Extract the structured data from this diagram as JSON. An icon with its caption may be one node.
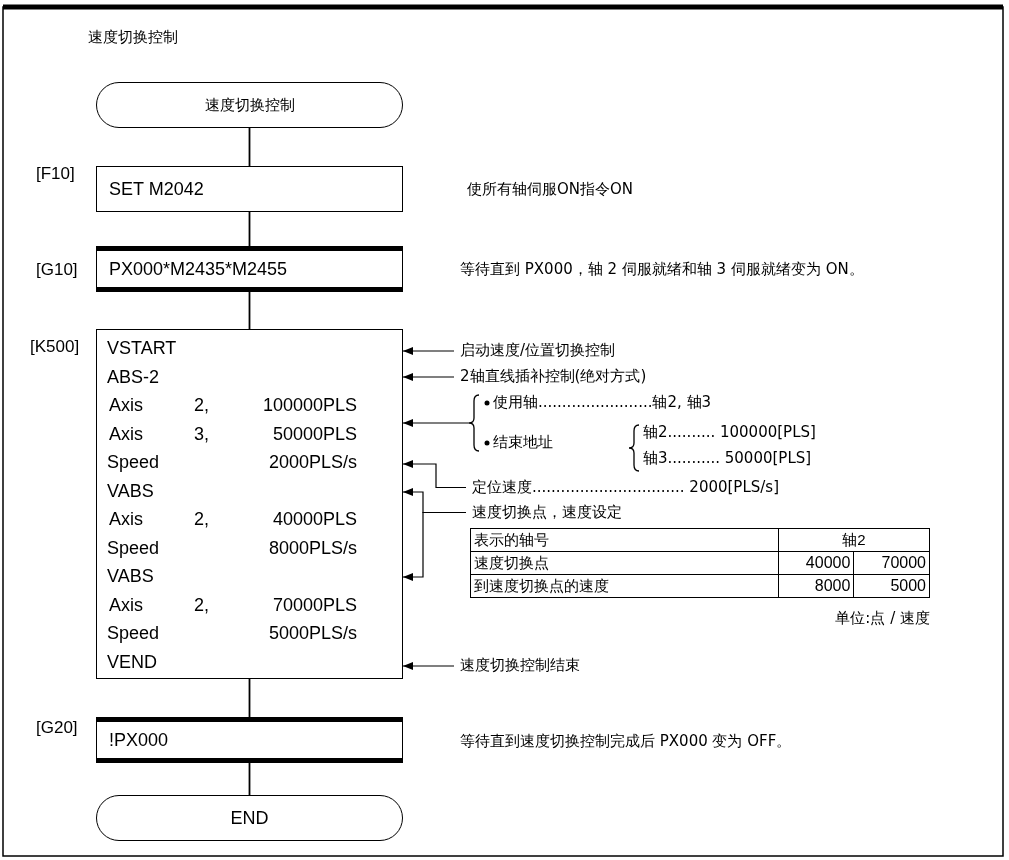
{
  "diagram": {
    "title": "速度切换控制",
    "nodes": [
      {
        "text": [
          "速度切换控制"
        ]
      },
      {
        "text": [
          "SET M2042"
        ],
        "beside": [
          "[F10]"
        ]
      },
      {
        "text": [
          "PX000*M2435*M2455"
        ],
        "beside": [
          "[G10]"
        ]
      },
      {
        "text": [
          "VSTART",
          "ABS-2",
          "Axis 2, 100000PLS",
          "Axis 3, 50000PLS",
          "Speed 2000PLS/s",
          "VABS",
          "Axis 2, 40000PLS",
          "Speed 8000PLS/s",
          "VABS",
          "Axis 2, 70000PLS",
          "Speed 5000PLS/s",
          "VEND"
        ],
        "beside": [
          "[K500]"
        ]
      },
      {
        "text": [
          "!PX000"
        ],
        "beside": [
          "[G20]"
        ]
      },
      {
        "text": [
          "END"
        ]
      },
      {
        "text": [
          "启动速度/位置切换控制"
        ]
      },
      {
        "text": [
          "2轴直线插补控制(绝对方式)"
        ]
      },
      {
        "text": [
          "使用轴........................轴2, 轴3",
          "结束地址",
          "轴2.......... 100000[PLS]",
          "轴3........... 50000[PLS]"
        ]
      },
      {
        "text": [
          "定位速度................................ 2000[PLS/s]"
        ]
      },
      {
        "text": [
          "速度切换点，速度设定"
        ]
      },
      {
        "text": [
          "速度切换控制结束"
        ]
      }
    ],
    "edges": [
      {
        "from": 0,
        "to": 1,
        "arrow": "none"
      },
      {
        "from": 1,
        "to": 2,
        "arrow": "none"
      },
      {
        "from": 2,
        "to": 3,
        "arrow": "none"
      },
      {
        "from": 3,
        "to": 4,
        "arrow": "none"
      },
      {
        "from": 4,
        "to": 5,
        "arrow": "none"
      },
      {
        "from": 6,
        "to": 3,
        "arrow": "to"
      },
      {
        "from": 7,
        "to": 3,
        "arrow": "to"
      },
      {
        "from": 8,
        "to": 3,
        "arrow": "to"
      },
      {
        "from": 9,
        "to": 3,
        "arrow": "to"
      },
      {
        "from": 10,
        "to": 3,
        "arrow": "to"
      },
      {
        "from": 10,
        "to": 3,
        "arrow": "to"
      },
      {
        "from": 11,
        "to": 3,
        "arrow": "to"
      }
    ],
    "labels": [
      "使所有轴伺服ON指令ON",
      "等待直到 PX000，轴 2 伺服就绪和轴 3 伺服就绪变为 ON。",
      "表示的轴号",
      "轴2",
      "速度切换点",
      "40000",
      "70000",
      "到速度切换点的速度",
      "8000",
      "5000",
      "单位:点 / 速度",
      "等待直到速度切换控制完成后 PX000 变为 OFF。"
    ]
  }
}
